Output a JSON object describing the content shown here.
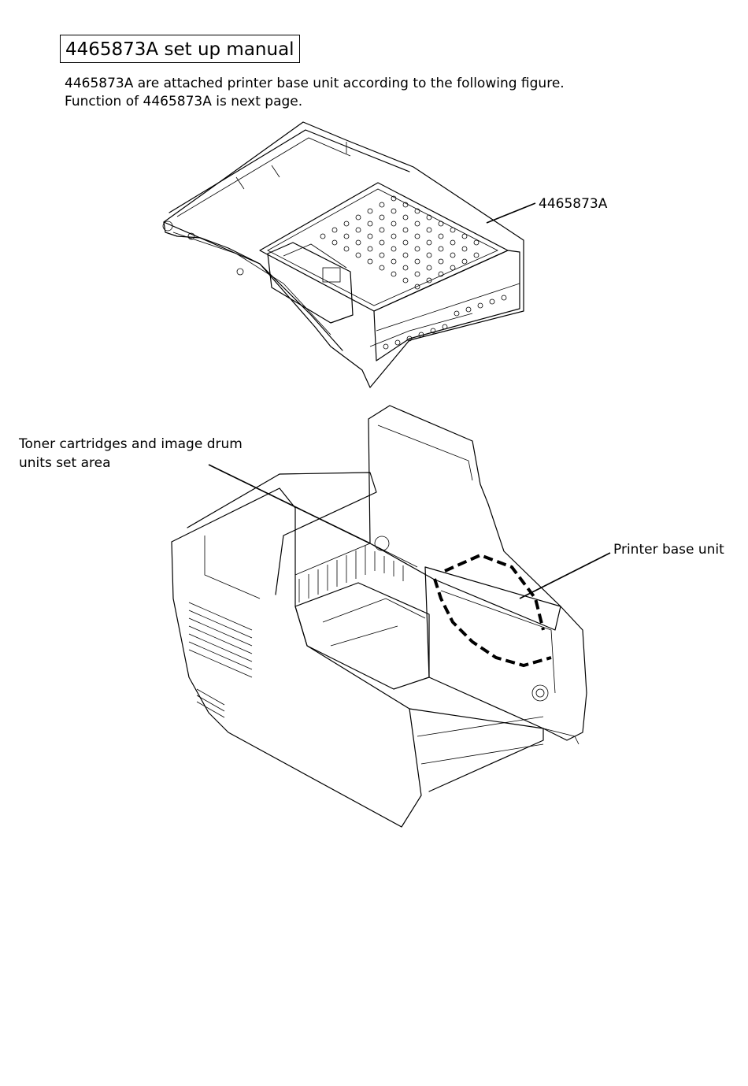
{
  "header": {
    "title": "4465873A set up manual"
  },
  "intro": {
    "line1": "4465873A are attached printer base unit according to the following figure.",
    "line2": "Function of 4465873A is next page."
  },
  "figure": {
    "part_label": "4465873A",
    "toner_label_line1": "Toner cartridges and image drum",
    "toner_label_line2": "units set area",
    "base_label": "Printer base unit"
  }
}
